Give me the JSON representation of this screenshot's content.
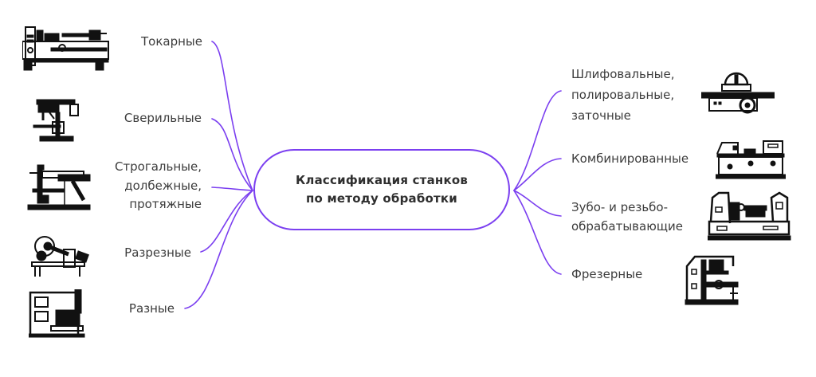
{
  "center": {
    "title_line1": "Классификация станков",
    "title_line2": "по методу обработки"
  },
  "colors": {
    "accent": "#7b3ff0",
    "text": "#3c3c3c",
    "icon": "#111111"
  },
  "left_branches": [
    {
      "lines": [
        "Токарные"
      ],
      "icon": "lathe-machine-icon"
    },
    {
      "lines": [
        "Сверильные"
      ],
      "icon": "drilling-machine-icon"
    },
    {
      "lines": [
        "Строгальные,",
        "долбежные,",
        "протяжные"
      ],
      "icon": "planing-machine-icon"
    },
    {
      "lines": [
        "Разрезные"
      ],
      "icon": "cutting-saw-machine-icon"
    },
    {
      "lines": [
        "Разные"
      ],
      "icon": "misc-machine-icon"
    }
  ],
  "right_branches": [
    {
      "lines": [
        "Шлифовальные,",
        "полировальные,",
        "заточные"
      ],
      "icon": "grinding-machine-icon"
    },
    {
      "lines": [
        "Комбинированные"
      ],
      "icon": "combined-machine-icon"
    },
    {
      "lines": [
        "Зубо- и резьбо-",
        "обрабатывающие"
      ],
      "icon": "gear-thread-machine-icon"
    },
    {
      "lines": [
        "Фрезерные"
      ],
      "icon": "milling-machine-icon"
    }
  ]
}
